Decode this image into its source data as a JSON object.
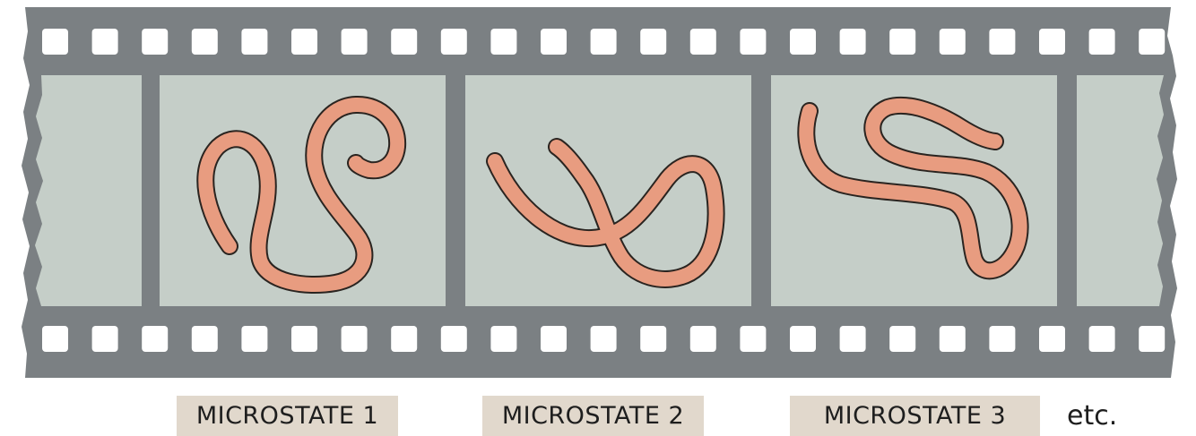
{
  "colors": {
    "film": "#7b8083",
    "frame": "#c5cec8",
    "hole": "#ffffff",
    "polymer": "#e89c80",
    "polymer_outline": "#2a2420",
    "label_bg": "#e1d8cc",
    "text": "#1e1e1e"
  },
  "frames": [
    {
      "label": "MICROSTATE 1",
      "icon": "polymer-chain-icon"
    },
    {
      "label": "MICROSTATE 2",
      "icon": "polymer-chain-icon"
    },
    {
      "label": "MICROSTATE 3",
      "icon": "polymer-chain-icon"
    }
  ],
  "continuation_text": "etc."
}
